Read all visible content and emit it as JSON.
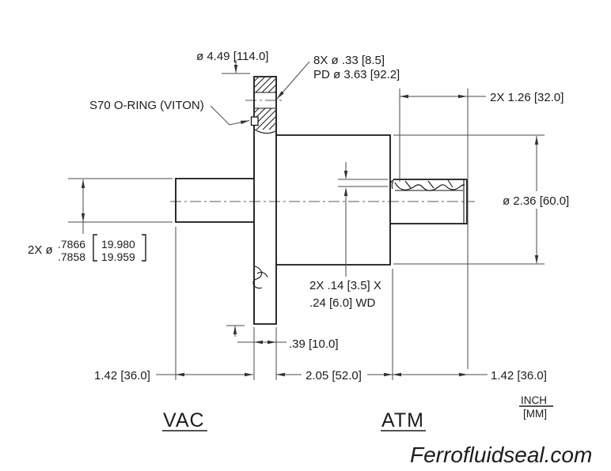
{
  "drawing": {
    "watermark": "Ferrofluidseal.com",
    "zones": {
      "vacuum": "VAC",
      "atmosphere": "ATM"
    },
    "units_note": {
      "primary": "INCH",
      "secondary": "[MM]"
    },
    "callouts": {
      "flange_diameter": "ø 4.49 [114.0]",
      "bolt_circle_line1": "8X ø .33 [8.5]",
      "bolt_circle_line2": "PD ø 3.63 [92.2]",
      "oring": "S70 O-RING (VITON)",
      "groove_span": "2X 1.26 [32.0]",
      "housing_diameter": "ø 2.36 [60.0]",
      "shaft_dia_prefix": "2X ø",
      "shaft_dia_inch_upper": ".7866",
      "shaft_dia_inch_lower": ".7858",
      "shaft_dia_mm_upper": "19.980",
      "shaft_dia_mm_lower": "19.959",
      "groove_detail_line1": "2X .14 [3.5] X",
      "groove_detail_line2": ".24 [6.0] WD",
      "flange_thickness": ".39 [10.0]",
      "left_shaft_length": "1.42 [36.0]",
      "housing_length": "2.05 [52.0]",
      "right_shaft_length": "1.42 [36.0]"
    }
  }
}
